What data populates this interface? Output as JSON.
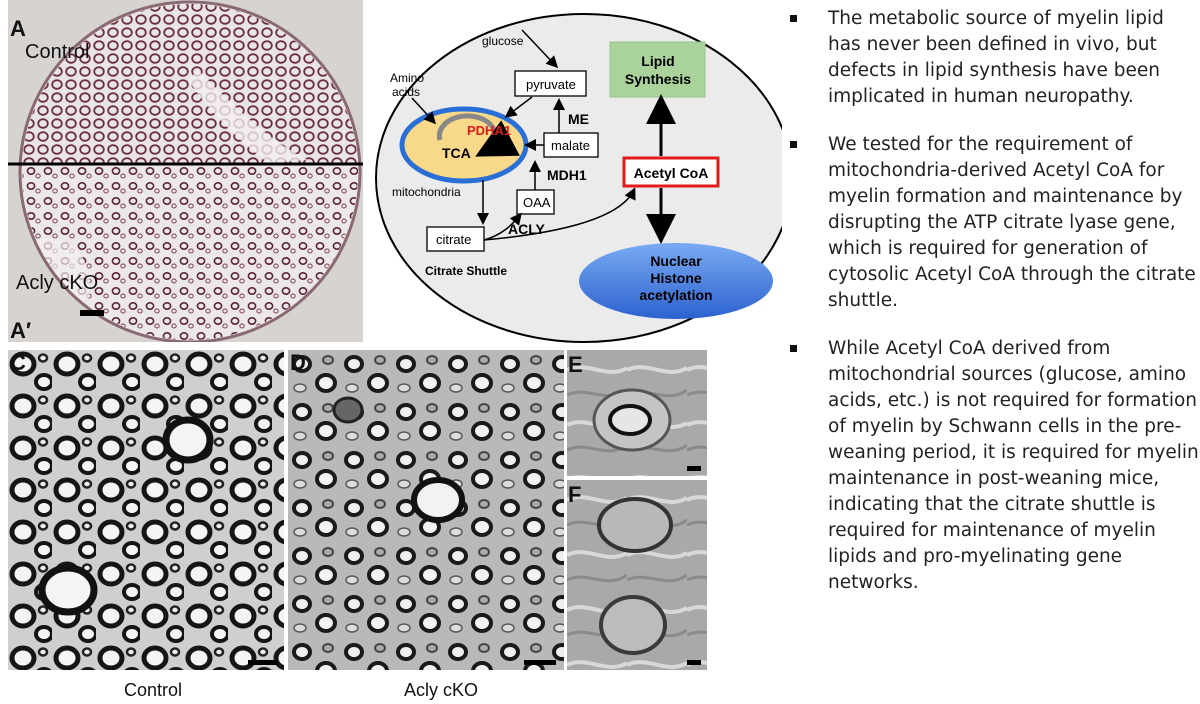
{
  "panels": {
    "A": "A",
    "A_prime": "A′",
    "C": "C",
    "D": "D",
    "E": "E",
    "F": "F"
  },
  "panel_a": {
    "top_label": "Control",
    "bottom_label": "Acly cKO"
  },
  "diagram": {
    "glucose": "glucose",
    "pyruvate": "pyruvate",
    "amino_acids_line1": "Amino",
    "amino_acids_line2": "acids",
    "pdha1": "PDHA1",
    "tca": "TCA",
    "me": "ME",
    "malate": "malate",
    "mdh1": "MDH1",
    "mitochondria": "mitochondria",
    "oaa": "OAA",
    "citrate": "citrate",
    "acly": "ACLY",
    "citrate_shuttle": "Citrate Shuttle",
    "lipid_synthesis_line1": "Lipid",
    "lipid_synthesis_line2": "Synthesis",
    "acetyl_coa": "Acetyl CoA",
    "nuclear_line1": "Nuclear",
    "nuclear_line2": "Histone",
    "nuclear_line3": "acetylation"
  },
  "captions": {
    "control": "Control",
    "acly_cko": "Acly cKO"
  },
  "bullets": [
    "The metabolic source of myelin lipid has never been defined in vivo, but defects in lipid synthesis have been implicated in human neuropathy.",
    " We tested for the requirement of mitochondria-derived Acetyl CoA for myelin formation and maintenance by disrupting the ATP citrate lyase gene, which is required for generation of cytosolic Acetyl CoA through the citrate shuttle.",
    "While Acetyl CoA derived from mitochondrial sources (glucose, amino acids, etc.) is not required for formation of myelin by Schwann cells in the pre-weaning period, it is required for myelin maintenance in post-weaning mice, indicating that the citrate shuttle is required for maintenance of myelin lipids and pro-myelinating gene networks."
  ],
  "colors": {
    "mito_fill": "#f8d98a",
    "mito_outline": "#2a6fd6",
    "lipid_box": "#a9d39a",
    "nuclear_fill": "#3f7fe0",
    "acetyl_border": "#e01b1b",
    "pdha1_text": "#e01b1b",
    "cell_fill": "#ebebeb"
  }
}
